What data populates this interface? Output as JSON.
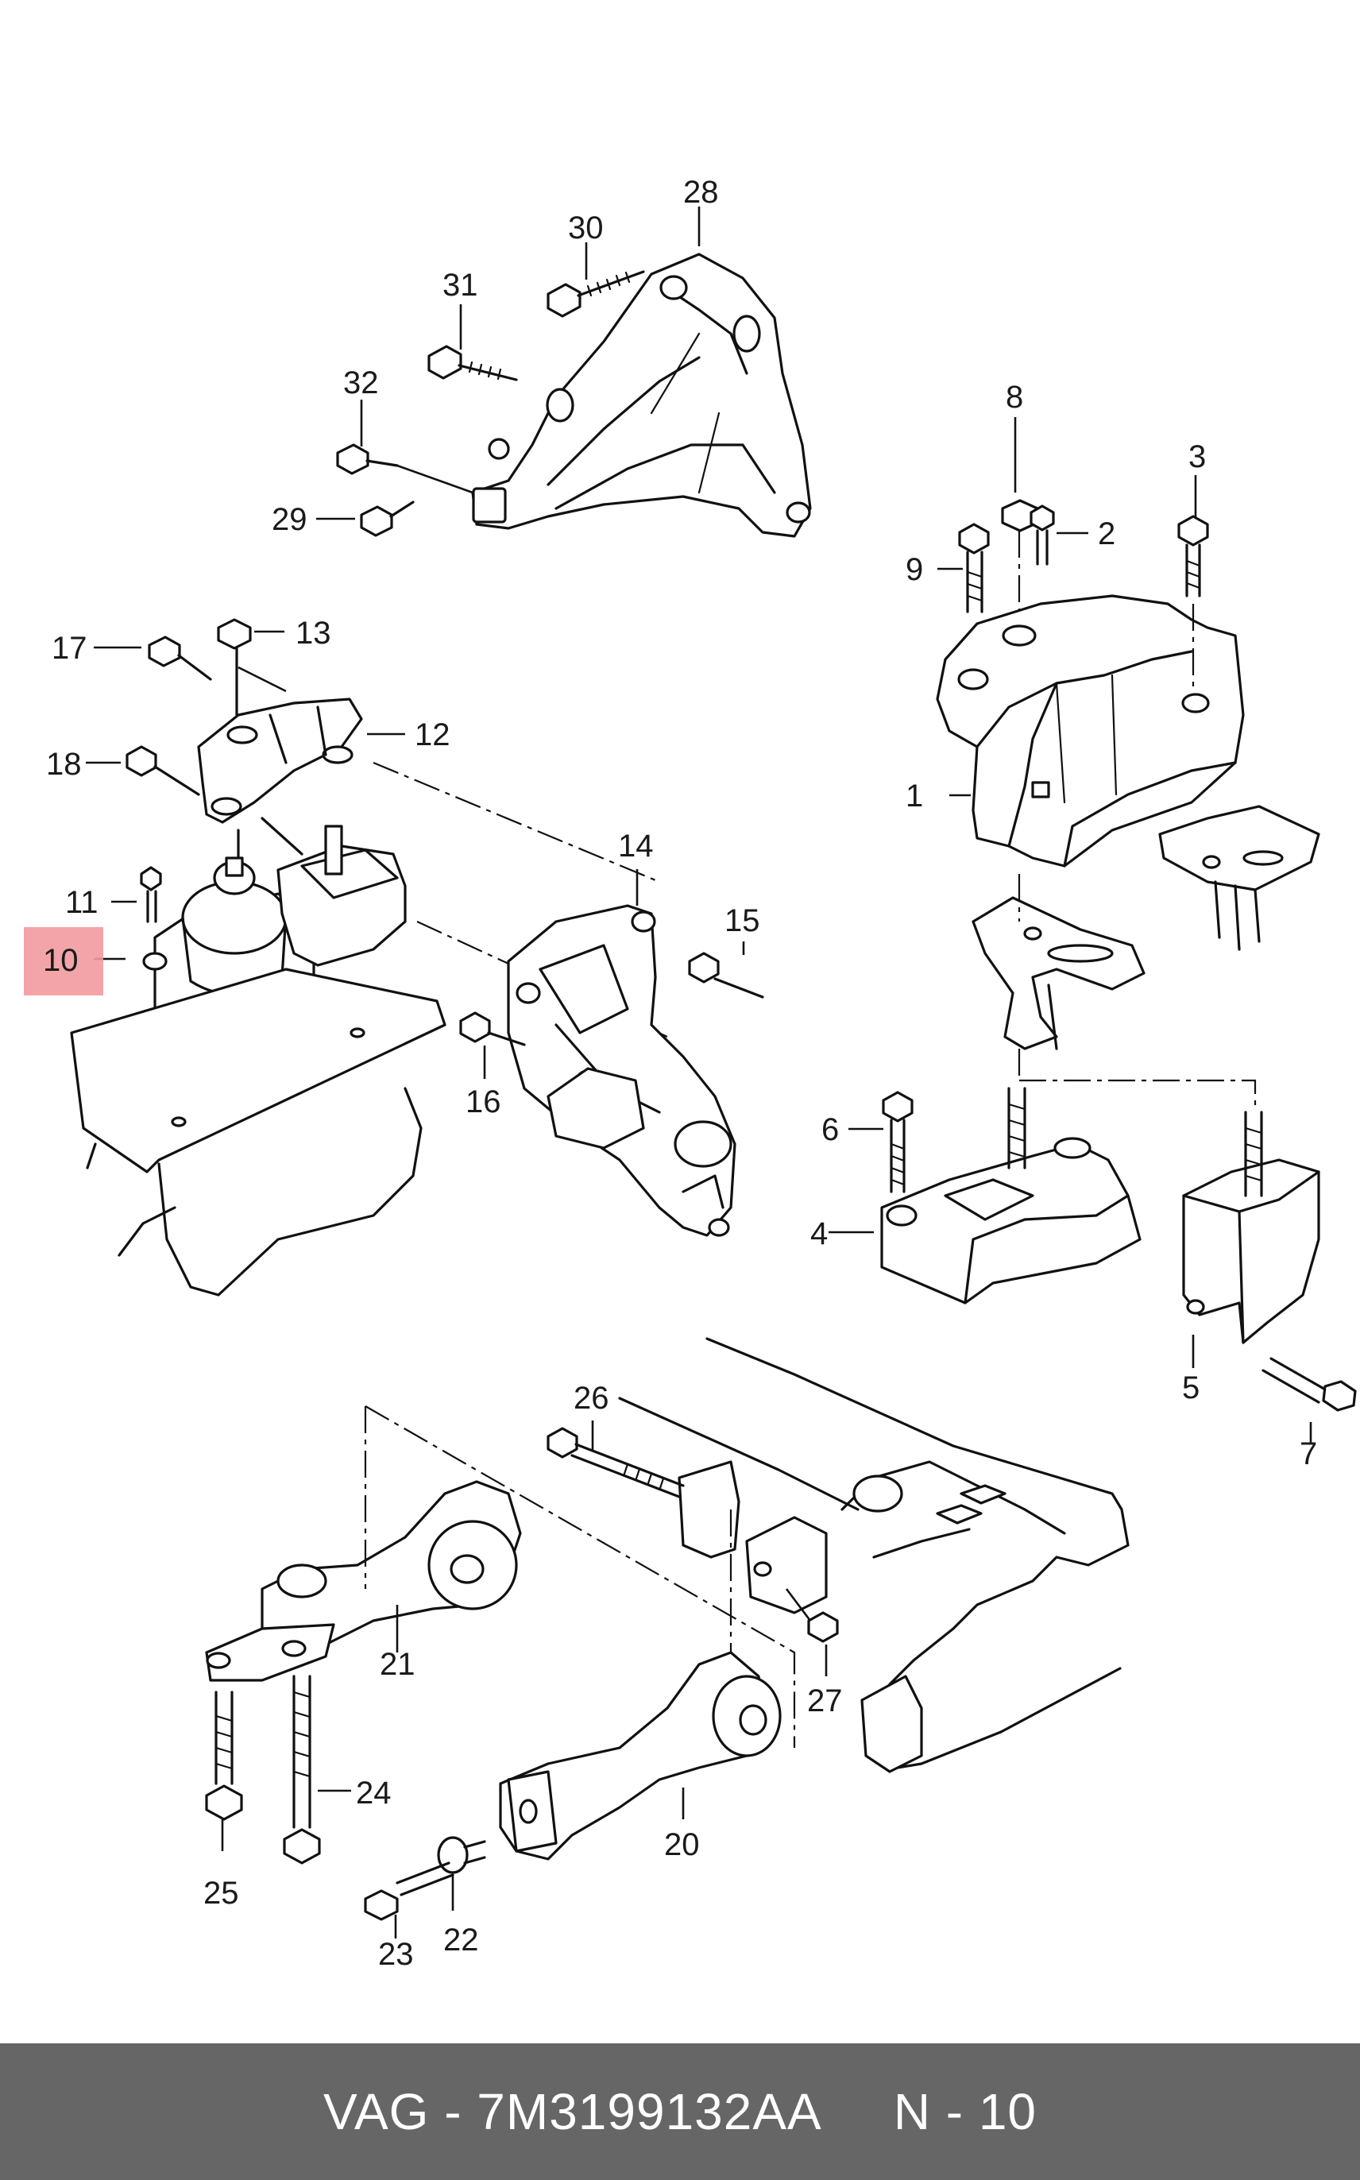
{
  "diagram": {
    "callouts": {
      "c1": "1",
      "c2": "2",
      "c3": "3",
      "c4": "4",
      "c5": "5",
      "c6": "6",
      "c7": "7",
      "c8": "8",
      "c9": "9",
      "c10": "10",
      "c11": "11",
      "c12": "12",
      "c13": "13",
      "c14": "14",
      "c15": "15",
      "c16": "16",
      "c17": "17",
      "c18": "18",
      "c20": "20",
      "c21": "21",
      "c22": "22",
      "c23": "23",
      "c24": "24",
      "c25": "25",
      "c26": "26",
      "c27": "27",
      "c28": "28",
      "c29": "29",
      "c30": "30",
      "c31": "31",
      "c32": "32"
    },
    "highlighted_callout": "10",
    "highlight_color": "#f29a9f"
  },
  "footer": {
    "part_ref": "VAG - 7M3199132AA",
    "position_ref": "N - 10",
    "background": "#666666"
  }
}
